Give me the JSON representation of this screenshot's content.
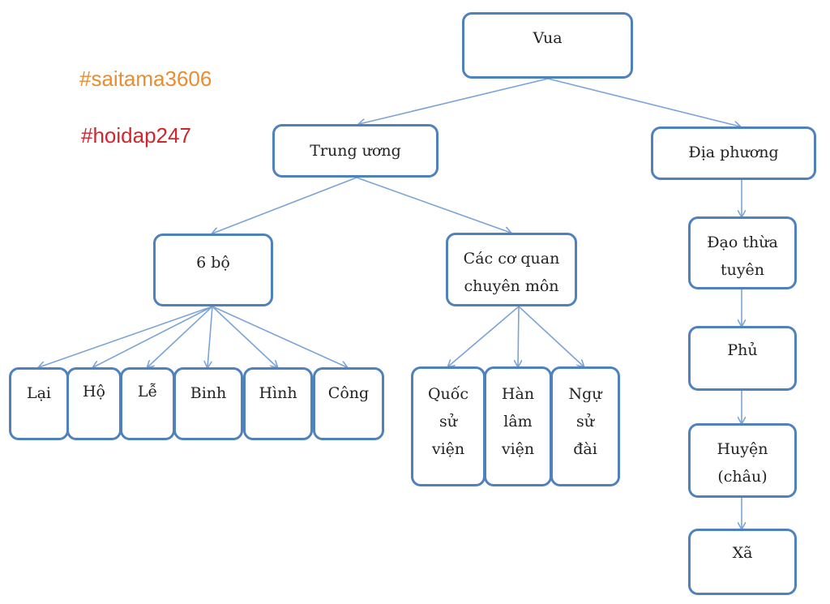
{
  "tags": [
    "#saitama3606",
    "#hoidap247"
  ],
  "nodes": {
    "vua": "Vua",
    "trung_uong": "Trung ương",
    "dia_phuong": "Địa phương",
    "sau_bo": "6 bộ",
    "co_quan": [
      "Các cơ quan",
      "chuyên môn"
    ],
    "lai": "Lại",
    "ho": "Hộ",
    "le": "Lễ",
    "binh": "Binh",
    "hinh": "Hình",
    "cong": "Công",
    "quoc_su_vien": [
      "Quốc",
      "sử",
      "viện"
    ],
    "han_lam_vien": [
      "Hàn",
      "lâm",
      "viện"
    ],
    "ngu_su_dai": [
      "Ngự",
      "sử",
      "đài"
    ],
    "dao_thua_tuyen": [
      "Đạo thừa",
      "tuyên"
    ],
    "phu": "Phủ",
    "huyen_chau": [
      "Huyện",
      "(châu)"
    ],
    "xa": "Xã"
  },
  "colors": {
    "border": "#4f81bd",
    "connector": "#7ba3d6",
    "tag1": "#e98d2e",
    "tag2": "#d0262e"
  }
}
